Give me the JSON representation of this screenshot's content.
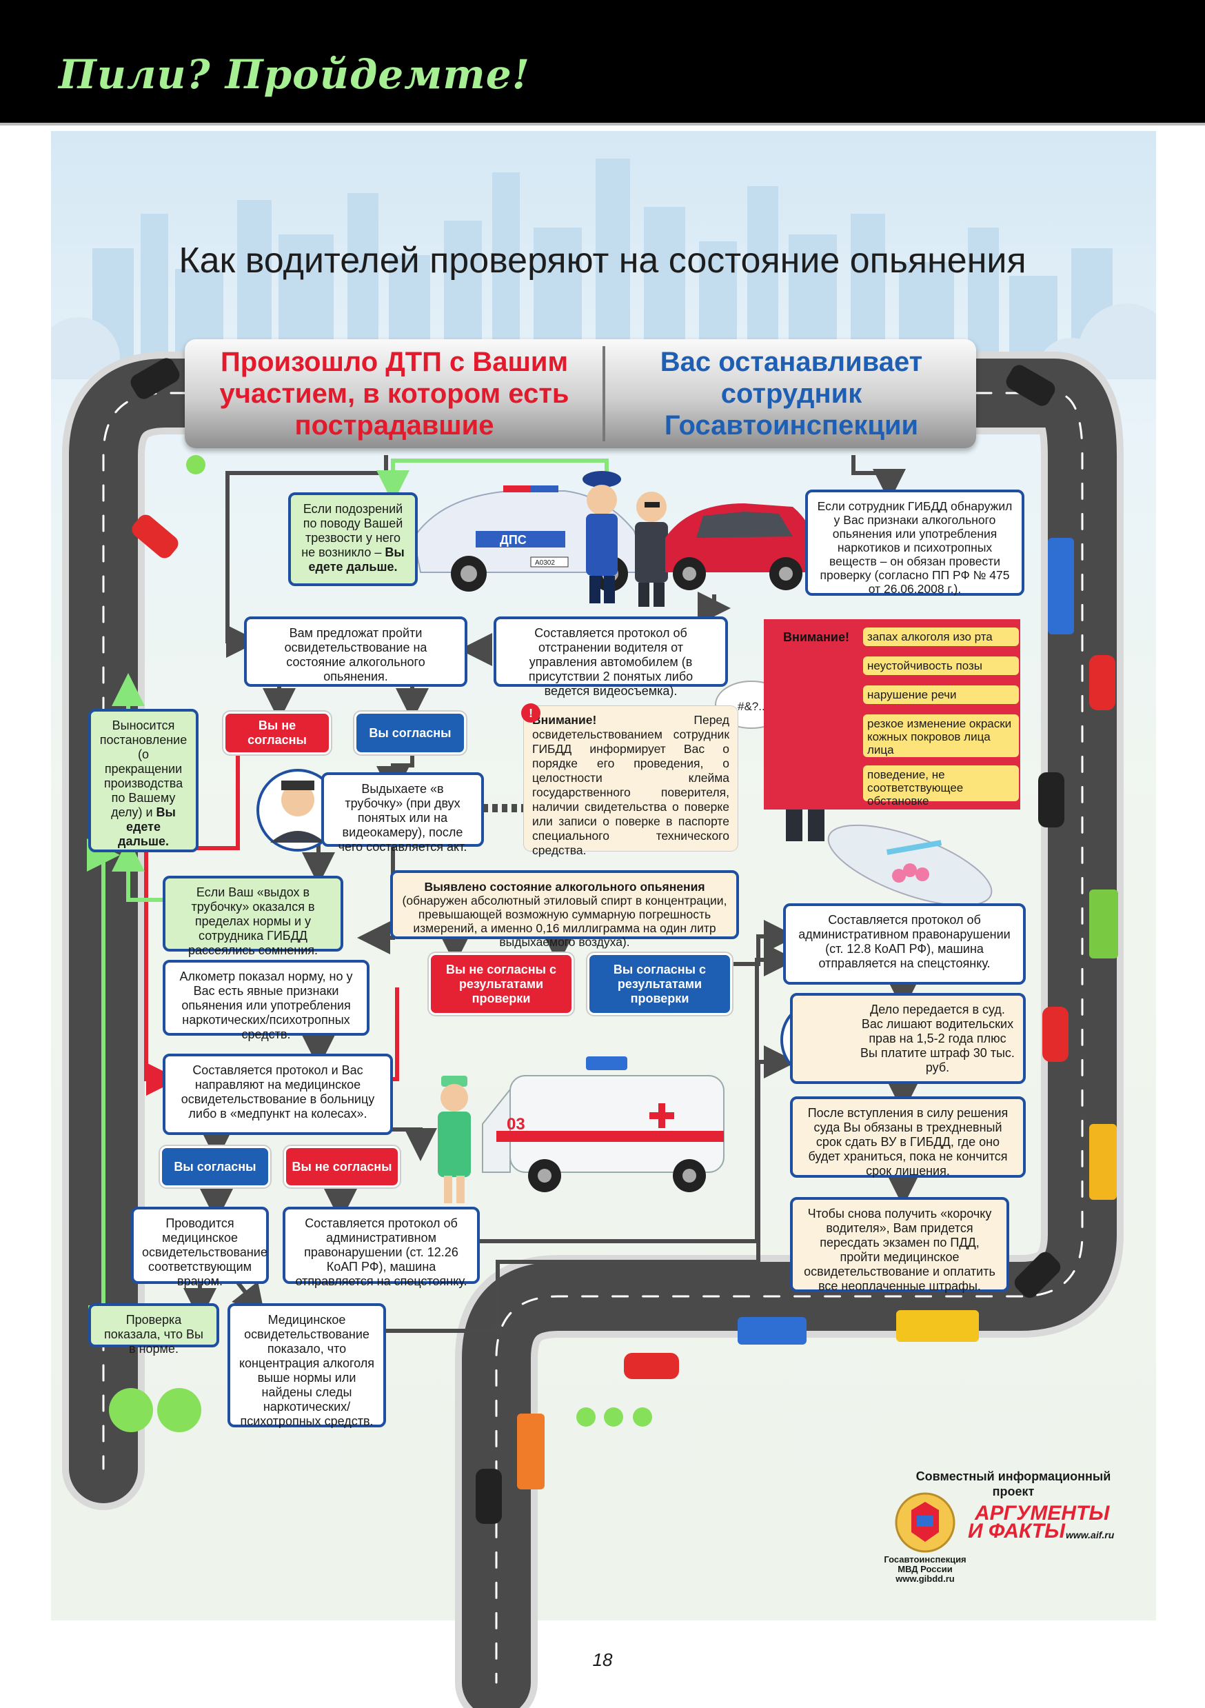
{
  "header": {
    "title": "Пили? Пройдемте!"
  },
  "infographic": {
    "title": "Как водителей проверяют на состояние опьянения",
    "tunnel": {
      "left": "Произошло ДТП с Вашим участием, в котором есть пострадавшие",
      "right": "Вас останавливает сотрудник Госавтоинспекции"
    },
    "boxes": {
      "no_suspicion": "Если подозрений по поводу Вашей трезвости у него не возникло –",
      "no_suspicion_bold": "Вы едете дальше.",
      "inspector_found": "Если сотрудник ГИБДД обнаружил у Вас признаки алкогольного опьянения или употребления наркотиков и психотропных веществ – он обязан провести проверку (согласно ПП РФ № 475 от 26.06.2008 г.).",
      "offer_check": "Вам предложат пройти освидетельствование на состояние алкогольного опьянения.",
      "protocol_removal": "Составляется протокол об отстранении водителя от управления автомобилем (в присутствии 2 понятых либо ведется видеосъемка).",
      "attention_label": "Внимание!",
      "attention_text": "Перед освидетельствованием сотрудник ГИБДД информирует Вас о порядке его проведения, о целостности клейма государственного поверителя, наличии свидетельства о поверке или записи о поверке в паспорте специального технического средства.",
      "breathe": "Выдыхаете «в трубочку» (при двух понятых или на видеокамеру), после чего составляется акт.",
      "termination": "Выносится постановление (о прекращении производства по Вашему делу) и",
      "termination_bold": "Вы едете дальше.",
      "within_norm": "Если Ваш «выдох в трубочку» оказался в пределах нормы и у сотрудника ГИБДД рассеялись сомнения.",
      "detected_bold": "Выявлено состояние алкогольного опьянения",
      "detected": "(обнаружен абсолютный этиловый спирт в концентрации, превышающей возможную суммарную погрешность измерений, а именно 0,16 миллиграмма на один литр выдыхаемого воздуха).",
      "norm_but_signs": "Алкометр показал норму, но у Вас есть явные признаки опьянения или употребления наркотических/психотропных средств.",
      "admin_protocol_1": "Составляется протокол об административном правонарушении (ст. 12.8 КоАП РФ), машина отправляется на спецстоянку.",
      "court": "Дело передается в суд. Вас лишают водительских прав на 1,5-2 года плюс Вы платите штраф 30 тыс. руб.",
      "medical_protocol": "Составляется протокол и Вас направляют на медицинское освидетельствование в больницу либо в «медпункт на колесах».",
      "surrender": "После вступления в силу решения суда Вы обязаны в трехдневный срок сдать ВУ в ГИБДД, где оно будет храниться, пока не кончится срок лишения.",
      "medical_exam": "Проводится медицинское освидетельствование соответствующим врачом.",
      "admin_protocol_2": "Составляется протокол об административном правонарушении (ст. 12.26 КоАП РФ), машина отправляется на спецстоянку.",
      "get_back": "Чтобы снова получить «корочку водителя», Вам придется пересдать экзамен по ПДД, пройти медицинское освидетельствование и оплатить все неоплаченные штрафы.",
      "normal": "Проверка показала, что Вы в норме.",
      "above_norm": "Медицинское освидетельствование показало, что концентрация алкоголя выше нормы или найдены следы наркотических/психотропных средств."
    },
    "buttons": {
      "disagree": "Вы не согласны",
      "agree": "Вы согласны",
      "disagree_results": "Вы не согласны с результатами проверки",
      "agree_results": "Вы согласны с результатами проверки",
      "agree_2": "Вы согласны",
      "disagree_2": "Вы не согласны"
    },
    "attention_panel": {
      "title": "Внимание!",
      "signs": [
        "запах алкоголя изо рта",
        "неустойчивость позы",
        "нарушение речи",
        "резкое изменение окраски кожных покровов лица лица",
        "поведение, не соответствующее обстановке"
      ]
    },
    "speech": "#&?...",
    "police_car_label": "ДПС",
    "police_car_plate": "А0302",
    "ambulance_label": "03",
    "footer": {
      "project": "Совместный информационный проект",
      "aif_line1": "АРГУМЕНТЫ",
      "aif_line2": "И ФАКТЫ",
      "aif_site": "www.aif.ru",
      "gibdd_line1": "Госавтоинспекция",
      "gibdd_line2": "МВД России",
      "gibdd_site": "www.gibdd.ru"
    }
  },
  "page_number": "18",
  "colors": {
    "green_arrow": "#86e67a",
    "gray_arrow": "#4b4b4b",
    "red_arrow": "#e42234",
    "blue_border": "#1f4fa0"
  }
}
